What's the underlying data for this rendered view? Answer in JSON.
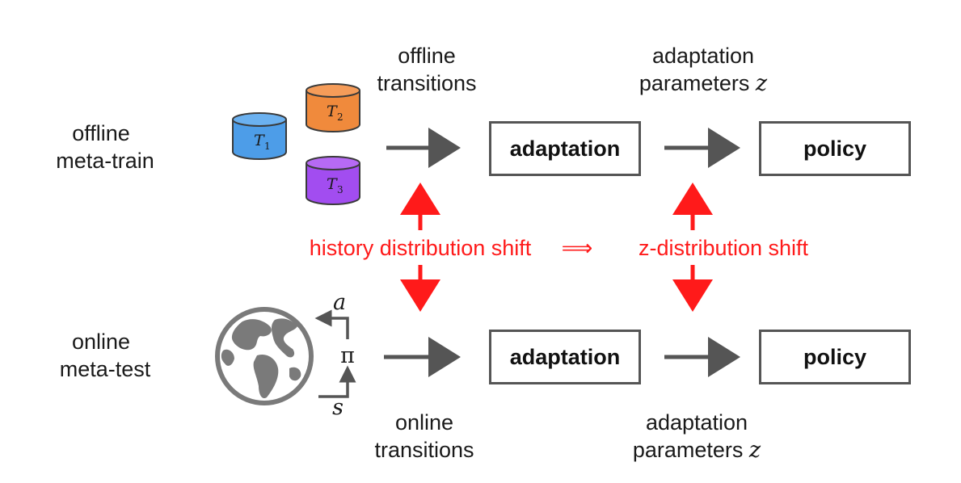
{
  "rows": {
    "top_label_line1": "offline",
    "top_label_line2": "meta-train",
    "bottom_label_line1": "online",
    "bottom_label_line2": "meta-test"
  },
  "datasets": [
    {
      "label": "T",
      "sub": "1",
      "color": "#4d9de8"
    },
    {
      "label": "T",
      "sub": "2",
      "color": "#f08a3c"
    },
    {
      "label": "T",
      "sub": "3",
      "color": "#a24df0"
    }
  ],
  "top": {
    "input_line1": "offline",
    "input_line2": "transitions",
    "adaptation": "adaptation",
    "params_line1": "adaptation",
    "params_line2_text": "parameters",
    "params_symbol": "z",
    "policy": "policy"
  },
  "bottom": {
    "input_line1": "online",
    "input_line2": "transitions",
    "adaptation": "adaptation",
    "params_line1": "adaptation",
    "params_line2_text": "parameters",
    "params_symbol": "z",
    "policy": "policy",
    "action_symbol": "a",
    "policy_symbol": "π",
    "state_symbol": "s"
  },
  "shifts": {
    "history": "history distribution shift",
    "implies": "⟹",
    "z": "z-distribution shift"
  },
  "colors": {
    "arrow_gray": "#555555",
    "shift_red": "#ff1a1a",
    "globe_gray": "#7a7a7a"
  }
}
